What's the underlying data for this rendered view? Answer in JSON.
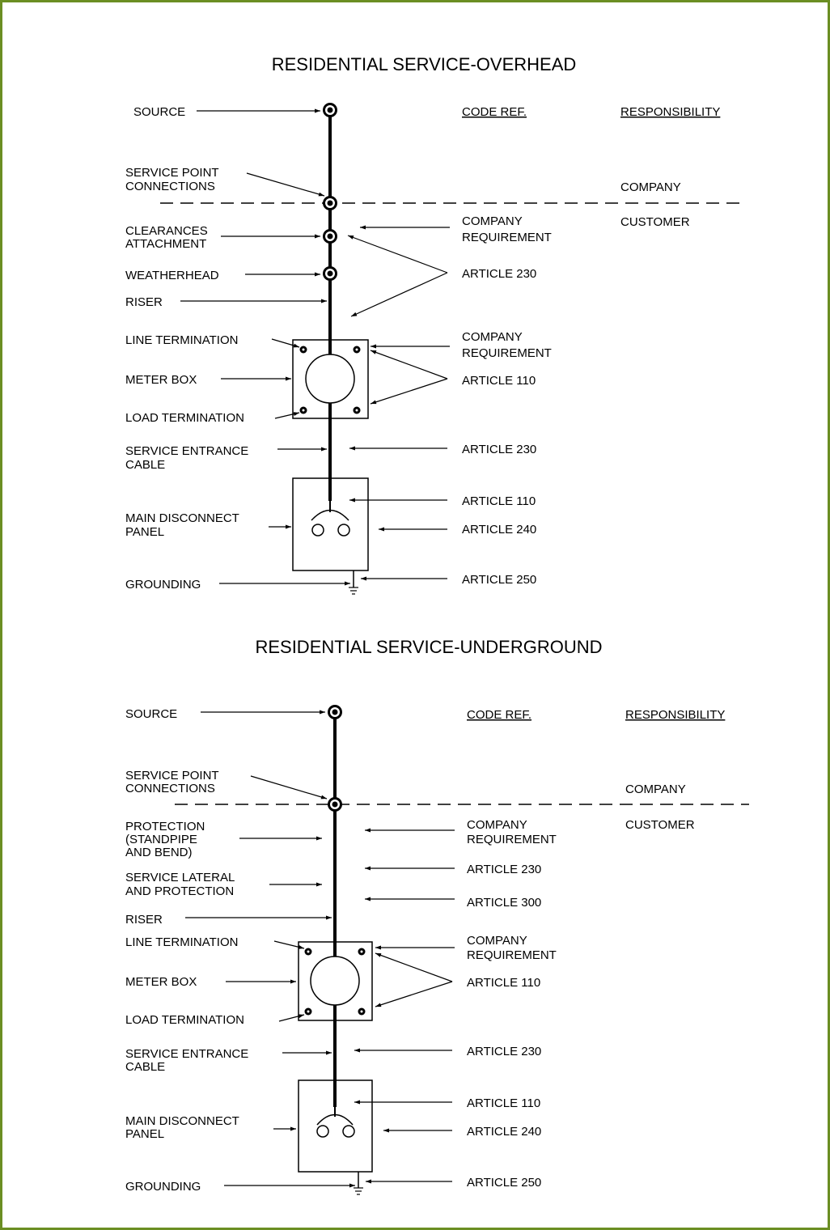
{
  "colors": {
    "border": "#6b8e23",
    "ink": "#000000",
    "background": "#ffffff"
  },
  "overhead": {
    "title": "RESIDENTIAL SERVICE-OVERHEAD",
    "header_code": "CODE REF.",
    "header_resp": "RESPONSIBILITY",
    "left": {
      "source": "SOURCE",
      "service_point_1": "SERVICE POINT",
      "service_point_2": "CONNECTIONS",
      "clearances_1": "CLEARANCES",
      "clearances_2": "ATTACHMENT",
      "weatherhead": "WEATHERHEAD",
      "riser": "RISER",
      "line_term": "LINE TERMINATION",
      "meter_box": "METER BOX",
      "load_term": "LOAD TERMINATION",
      "sec_1": "SERVICE ENTRANCE",
      "sec_2": "CABLE",
      "main_1": "MAIN DISCONNECT",
      "main_2": "PANEL",
      "grounding": "GROUNDING"
    },
    "right": {
      "req1_1": "COMPANY",
      "req1_2": "REQUIREMENT",
      "a230_1": "ARTICLE 230",
      "req2_1": "COMPANY",
      "req2_2": "REQUIREMENT",
      "a110_1": "ARTICLE 110",
      "a230_2": "ARTICLE 230",
      "a110_2": "ARTICLE 110",
      "a240": "ARTICLE 240",
      "a250": "ARTICLE 250"
    },
    "resp": {
      "company": "COMPANY",
      "customer": "CUSTOMER"
    }
  },
  "underground": {
    "title": "RESIDENTIAL SERVICE-UNDERGROUND",
    "header_code": "CODE REF.",
    "header_resp": "RESPONSIBILITY",
    "left": {
      "source": "SOURCE",
      "service_point_1": "SERVICE POINT",
      "service_point_2": "CONNECTIONS",
      "protection_1": "PROTECTION",
      "protection_2": "(STANDPIPE",
      "protection_3": "AND BEND)",
      "lateral_1": "SERVICE LATERAL",
      "lateral_2": "AND PROTECTION",
      "riser": "RISER",
      "line_term": "LINE TERMINATION",
      "meter_box": "METER BOX",
      "load_term": "LOAD TERMINATION",
      "sec_1": "SERVICE ENTRANCE",
      "sec_2": "CABLE",
      "main_1": "MAIN DISCONNECT",
      "main_2": "PANEL",
      "grounding": "GROUNDING"
    },
    "right": {
      "req1_1": "COMPANY",
      "req1_2": "REQUIREMENT",
      "a230_1": "ARTICLE 230",
      "a300": "ARTICLE 300",
      "req2_1": "COMPANY",
      "req2_2": "REQUIREMENT",
      "a110_1": "ARTICLE 110",
      "a230_2": "ARTICLE 230",
      "a110_2": "ARTICLE 110",
      "a240": "ARTICLE 240",
      "a250": "ARTICLE 250"
    },
    "resp": {
      "company": "COMPANY",
      "customer": "CUSTOMER"
    }
  }
}
